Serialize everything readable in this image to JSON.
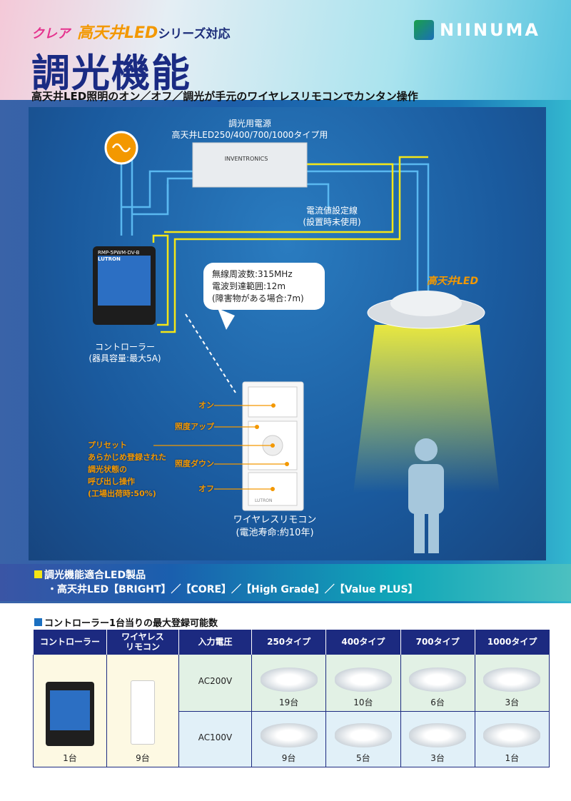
{
  "header": {
    "brand_logo": "クレア",
    "brand_series": "高天井LED",
    "brand_suffix": "シリーズ対応",
    "title": "調光機能",
    "subtitle": "高天井LED照明のオン／オフ／調光が手元のワイヤレスリモコンでカンタン操作",
    "company": "NIINUMA"
  },
  "diagram": {
    "power_supply": {
      "title": "調光用電源",
      "detail": "高天井LED250/400/700/1000タイプ用",
      "brand": "INVENTRONICS"
    },
    "current_line": {
      "title": "電流値設定線",
      "detail": "(設置時未使用)"
    },
    "controller": {
      "title": "コントローラー",
      "detail": "(器具容量:最大5A)",
      "model": "RMP-5PWM-DV-B",
      "brand": "LUTRON"
    },
    "bubble": [
      "無線周波数:315MHz",
      "電波到達範囲:12m",
      "(障害物がある場合:7m)"
    ],
    "fixture_label": "高天井LED",
    "remote": {
      "title": "ワイヤレスリモコン",
      "detail": "(電池寿命:約10年)",
      "brand": "LUTRON"
    },
    "callouts": {
      "on": "オン",
      "up": "照度アップ",
      "down": "照度ダウン",
      "off": "オフ",
      "preset": [
        "プリセット",
        "あらかじめ登録された",
        "調光状態の",
        "呼び出し操作",
        "(工場出荷時:50%)"
      ]
    }
  },
  "products": {
    "heading": "調光機能適合LED製品",
    "items": "・高天井LED【BRIGHT】／【CORE】／【High Grade】／【Value PLUS】"
  },
  "table": {
    "heading": "コントローラー1台当りの最大登録可能数",
    "headers": [
      "コントローラー",
      "ワイヤレス\nリモコン",
      "入力電圧",
      "250タイプ",
      "400タイプ",
      "700タイプ",
      "1000タイプ"
    ],
    "controller_count": "1台",
    "remote_count": "9台",
    "rows": [
      {
        "voltage": "AC200V",
        "counts": [
          "19台",
          "10台",
          "6台",
          "3台"
        ]
      },
      {
        "voltage": "AC100V",
        "counts": [
          "9台",
          "5台",
          "3台",
          "1台"
        ]
      }
    ]
  },
  "colors": {
    "navy": "#1c2a80",
    "orange": "#f39800",
    "wire_yellow": "#f5e616",
    "wire_blue": "#5ab8f0"
  }
}
